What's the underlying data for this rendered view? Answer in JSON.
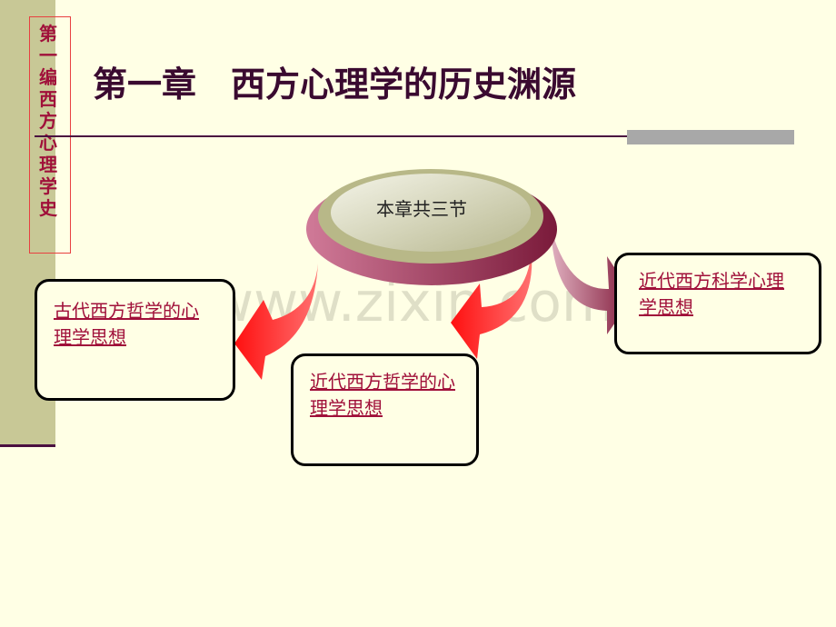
{
  "sidebar": {
    "vertical_label": "第一编  西方心理学史"
  },
  "title": "第一章　西方心理学的历史渊源",
  "center": {
    "label": "本章共三节"
  },
  "sections": [
    {
      "label": "古代西方哲学的心理学思想"
    },
    {
      "label": "近代西方哲学的心理学思想"
    },
    {
      "label": "近代西方科学心理学思想"
    }
  ],
  "watermark": "www.zixin.com.cn",
  "colors": {
    "background": "#ffffe5",
    "sidebar": "#c8c896",
    "accent": "#a0103a",
    "title": "#3a0a30"
  }
}
